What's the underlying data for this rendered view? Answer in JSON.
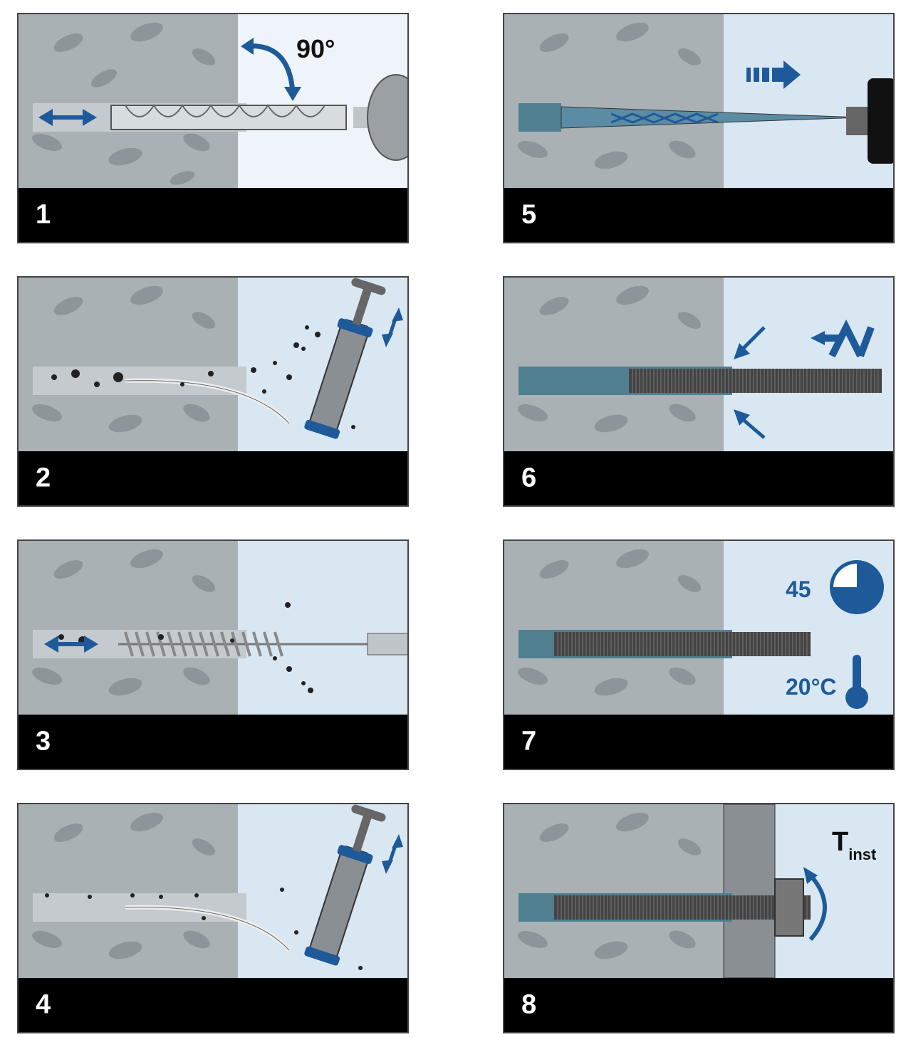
{
  "colors": {
    "concrete": "#a9b1b5",
    "concrete_spot": "#8c959a",
    "air_light": "#f4f8fb",
    "air_blue": "#c4daee",
    "accent_blue": "#1e5a9a",
    "mortar": "#4f7f90",
    "metal": "#8a8f93",
    "caption_bg": "#000000"
  },
  "steps": [
    {
      "number": "1",
      "icons": [
        "double-arrow-icon",
        "curved-arrow-icon"
      ],
      "angle_label": "90°"
    },
    {
      "number": "2",
      "icons": [
        "up-down-arrow-icon"
      ]
    },
    {
      "number": "3",
      "icons": [
        "double-arrow-icon"
      ]
    },
    {
      "number": "4",
      "icons": [
        "up-down-arrow-icon"
      ]
    },
    {
      "number": "5",
      "icons": [
        "dashed-arrow-right-icon"
      ]
    },
    {
      "number": "6",
      "icons": [
        "inward-arrow-icon",
        "check-mark-icon"
      ]
    },
    {
      "number": "7",
      "icons": [
        "clock-pie-icon",
        "thermometer-icon"
      ],
      "cure_time": "45",
      "cure_time_fraction": 0.75,
      "temperature": "20°C"
    },
    {
      "number": "8",
      "icons": [
        "rotation-arrow-icon"
      ],
      "torque_symbol": "T",
      "torque_subscript": "inst"
    }
  ]
}
